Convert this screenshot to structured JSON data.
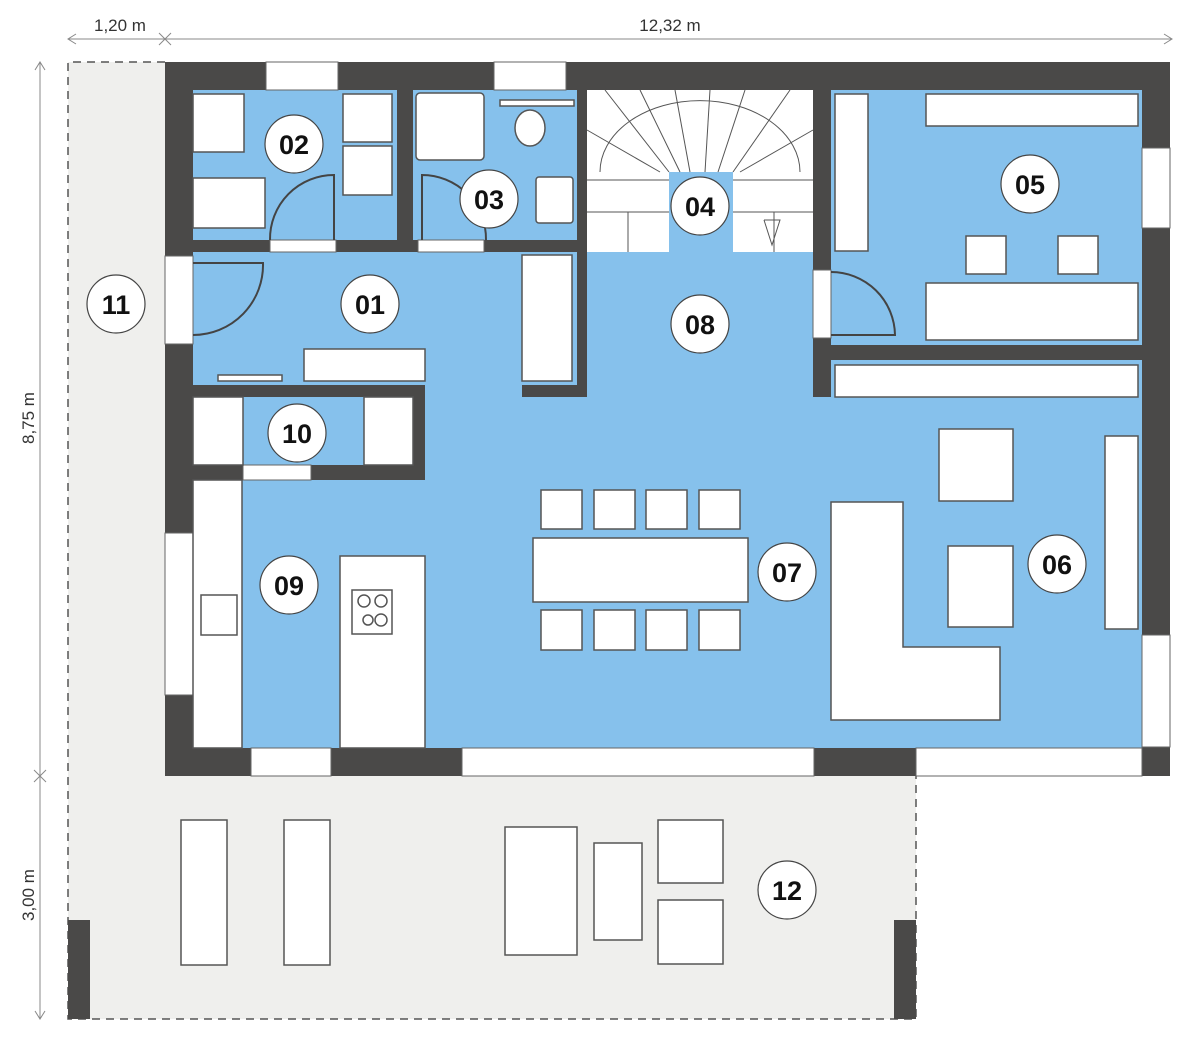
{
  "dimensions": {
    "terrace_width": "1,20 m",
    "house_width": "12,32 m",
    "house_depth": "8,75 m",
    "terrace_depth": "3,00 m"
  },
  "rooms": [
    "01",
    "02",
    "03",
    "04",
    "05",
    "06",
    "07",
    "08",
    "09",
    "10",
    "11",
    "12"
  ],
  "colors": {
    "wall": "#4a4948",
    "floor": "#86c1ec",
    "terrace": "#efefed"
  }
}
